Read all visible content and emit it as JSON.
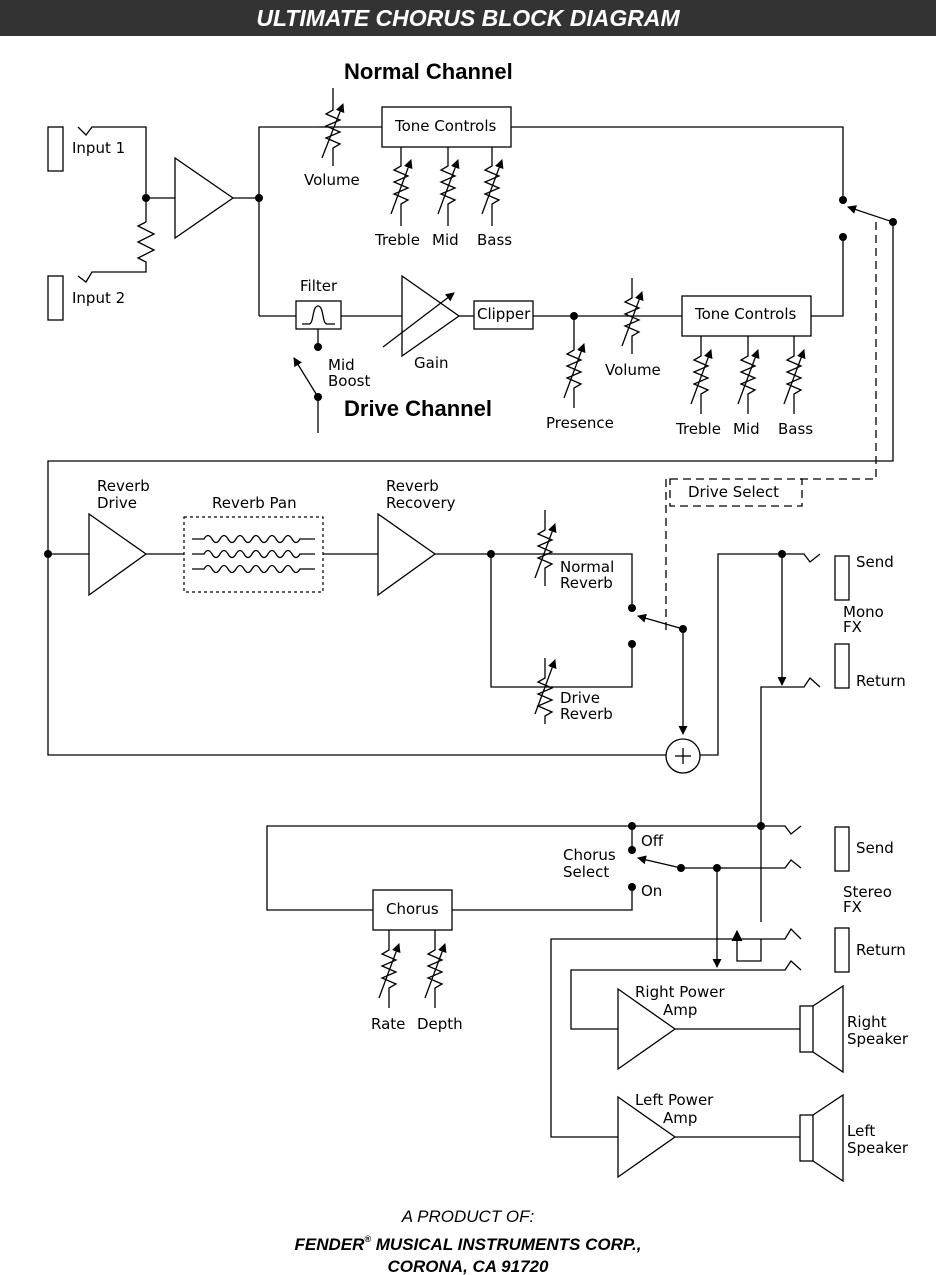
{
  "title": "ULTIMATE CHORUS BLOCK DIAGRAM",
  "inputs": {
    "input1": "Input 1",
    "input2": "Input 2"
  },
  "normal_channel": {
    "heading": "Normal Channel",
    "volume": "Volume",
    "tone_controls": "Tone Controls",
    "treble": "Treble",
    "mid": "Mid",
    "bass": "Bass"
  },
  "drive_channel": {
    "heading": "Drive Channel",
    "filter": "Filter",
    "mid_boost_1": "Mid",
    "mid_boost_2": "Boost",
    "gain": "Gain",
    "clipper": "Clipper",
    "presence": "Presence",
    "volume": "Volume",
    "tone_controls": "Tone Controls",
    "treble": "Treble",
    "mid": "Mid",
    "bass": "Bass"
  },
  "reverb": {
    "drive_1": "Reverb",
    "drive_2": "Drive",
    "pan": "Reverb Pan",
    "recovery_1": "Reverb",
    "recovery_2": "Recovery",
    "normal_1": "Normal",
    "normal_2": "Reverb",
    "drivereverb_1": "Drive",
    "drivereverb_2": "Reverb"
  },
  "drive_select": "Drive Select",
  "mono_fx": {
    "send": "Send",
    "label_1": "Mono",
    "label_2": "FX",
    "return": "Return"
  },
  "chorus": {
    "off": "Off",
    "on": "On",
    "select_1": "Chorus",
    "select_2": "Select",
    "block": "Chorus",
    "rate": "Rate",
    "depth": "Depth"
  },
  "stereo_fx": {
    "send": "Send",
    "label_1": "Stereo",
    "label_2": "FX",
    "return": "Return"
  },
  "power": {
    "right_amp_1": "Right Power",
    "right_amp_2": "Amp",
    "left_amp_1": "Left Power",
    "left_amp_2": "Amp",
    "right_speaker_1": "Right",
    "right_speaker_2": "Speaker",
    "left_speaker_1": "Left",
    "left_speaker_2": "Speaker"
  },
  "footer": {
    "line1": "A PRODUCT OF:",
    "line2a": "FENDER",
    "registered": "®",
    "line2b": " MUSICAL INSTRUMENTS CORP.,",
    "line3": "CORONA,  CA 91720"
  }
}
